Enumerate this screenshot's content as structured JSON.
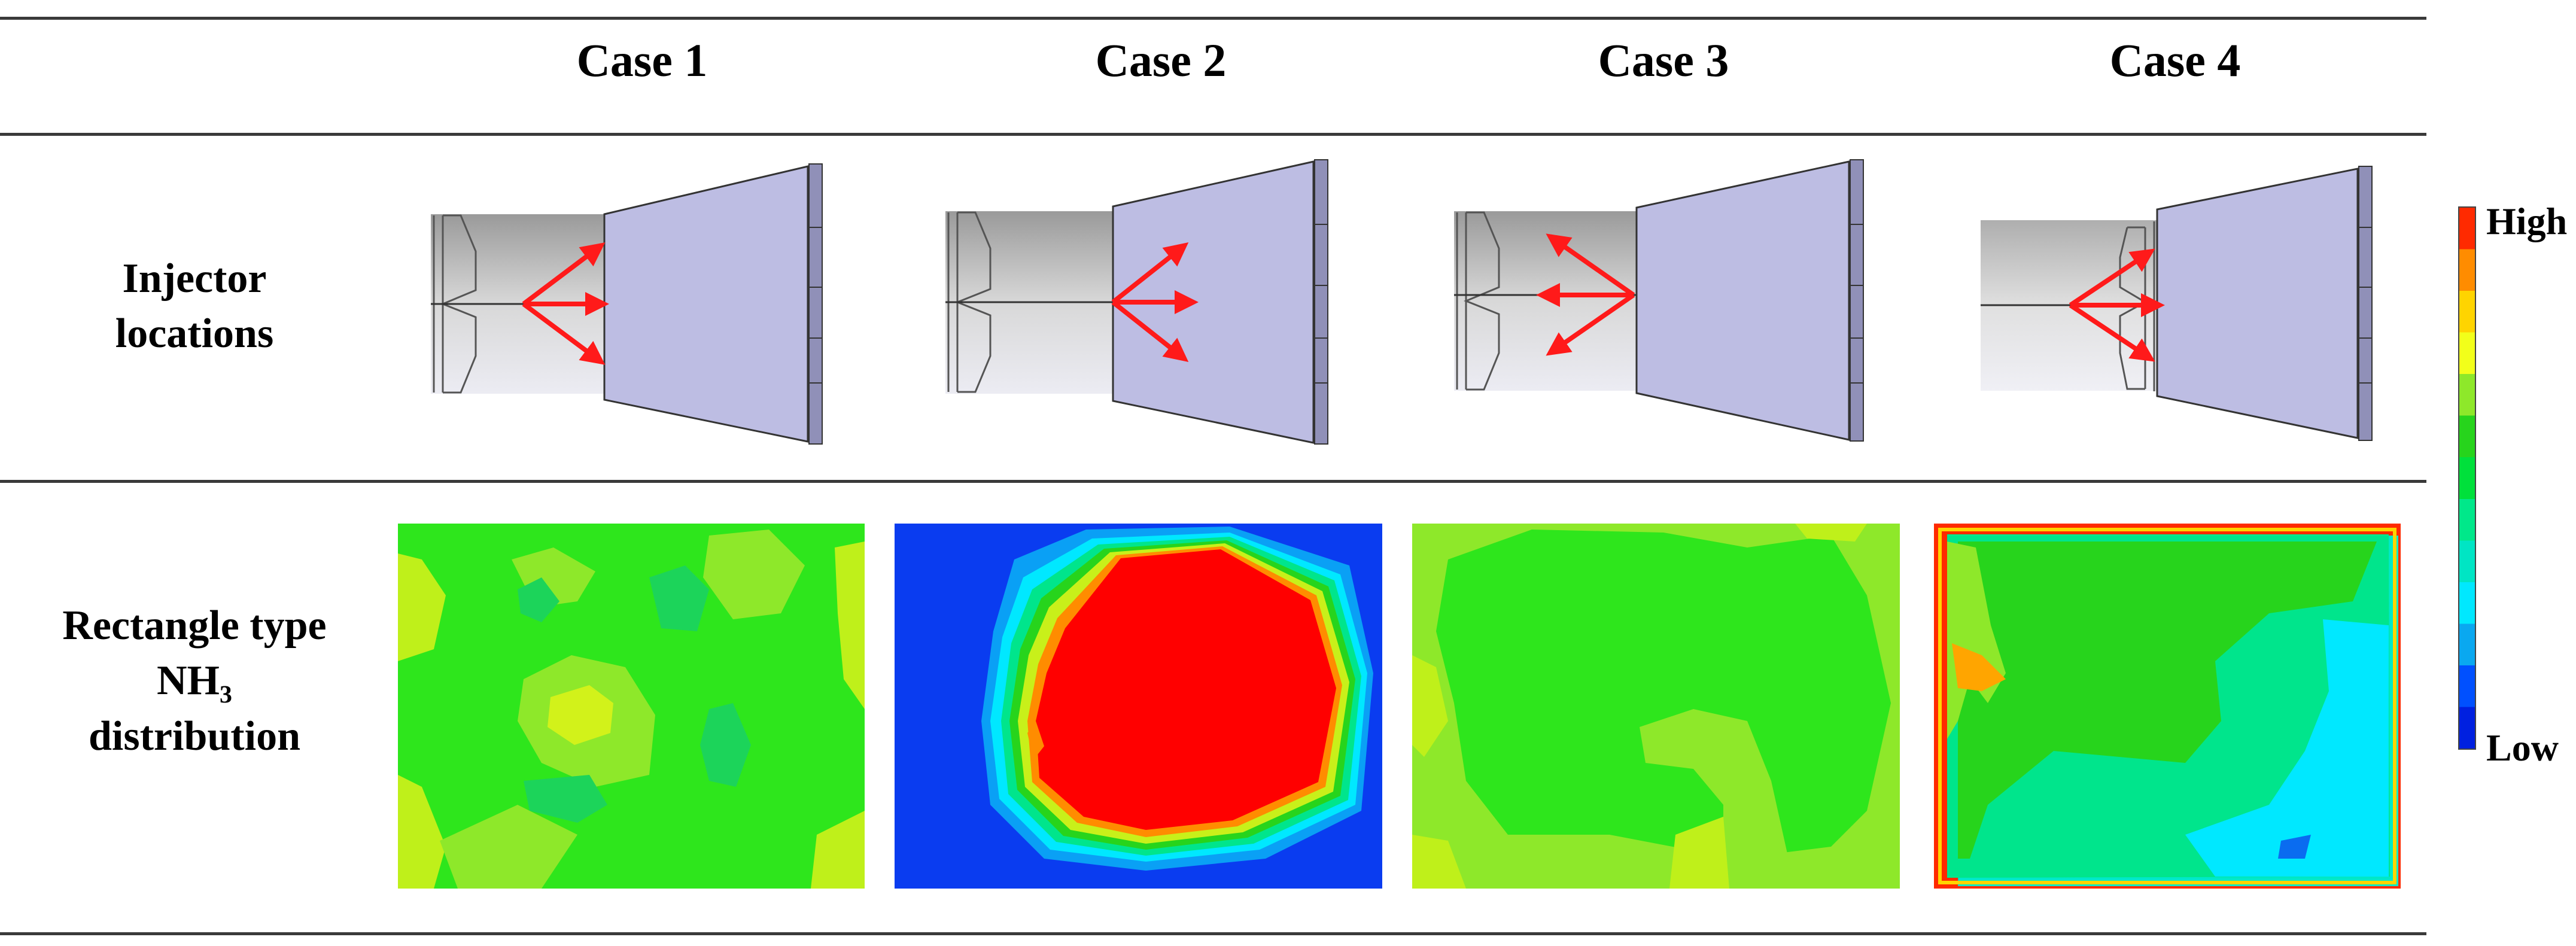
{
  "headers": [
    "Case 1",
    "Case 2",
    "Case 3",
    "Case 4"
  ],
  "row_labels": {
    "injector": [
      "Injector",
      "locations"
    ],
    "distribution": [
      "Rectangle type",
      "NH₃",
      "distribution"
    ]
  },
  "legend": {
    "high": "High",
    "low": "Low",
    "colors": [
      "#ff2a00",
      "#ff8c00",
      "#ffd400",
      "#f2ff1a",
      "#8ee82a",
      "#27d41c",
      "#00e03b",
      "#00e88a",
      "#00e5c4",
      "#00e8ff",
      "#0aa8f0",
      "#0050ff",
      "#0020e0"
    ]
  },
  "colors": {
    "nozzle": "#bdbde3",
    "arrow": "#ff1a1a",
    "green": "#2ee61c",
    "red": "#ff0000",
    "blue": "#0a3cf0"
  }
}
